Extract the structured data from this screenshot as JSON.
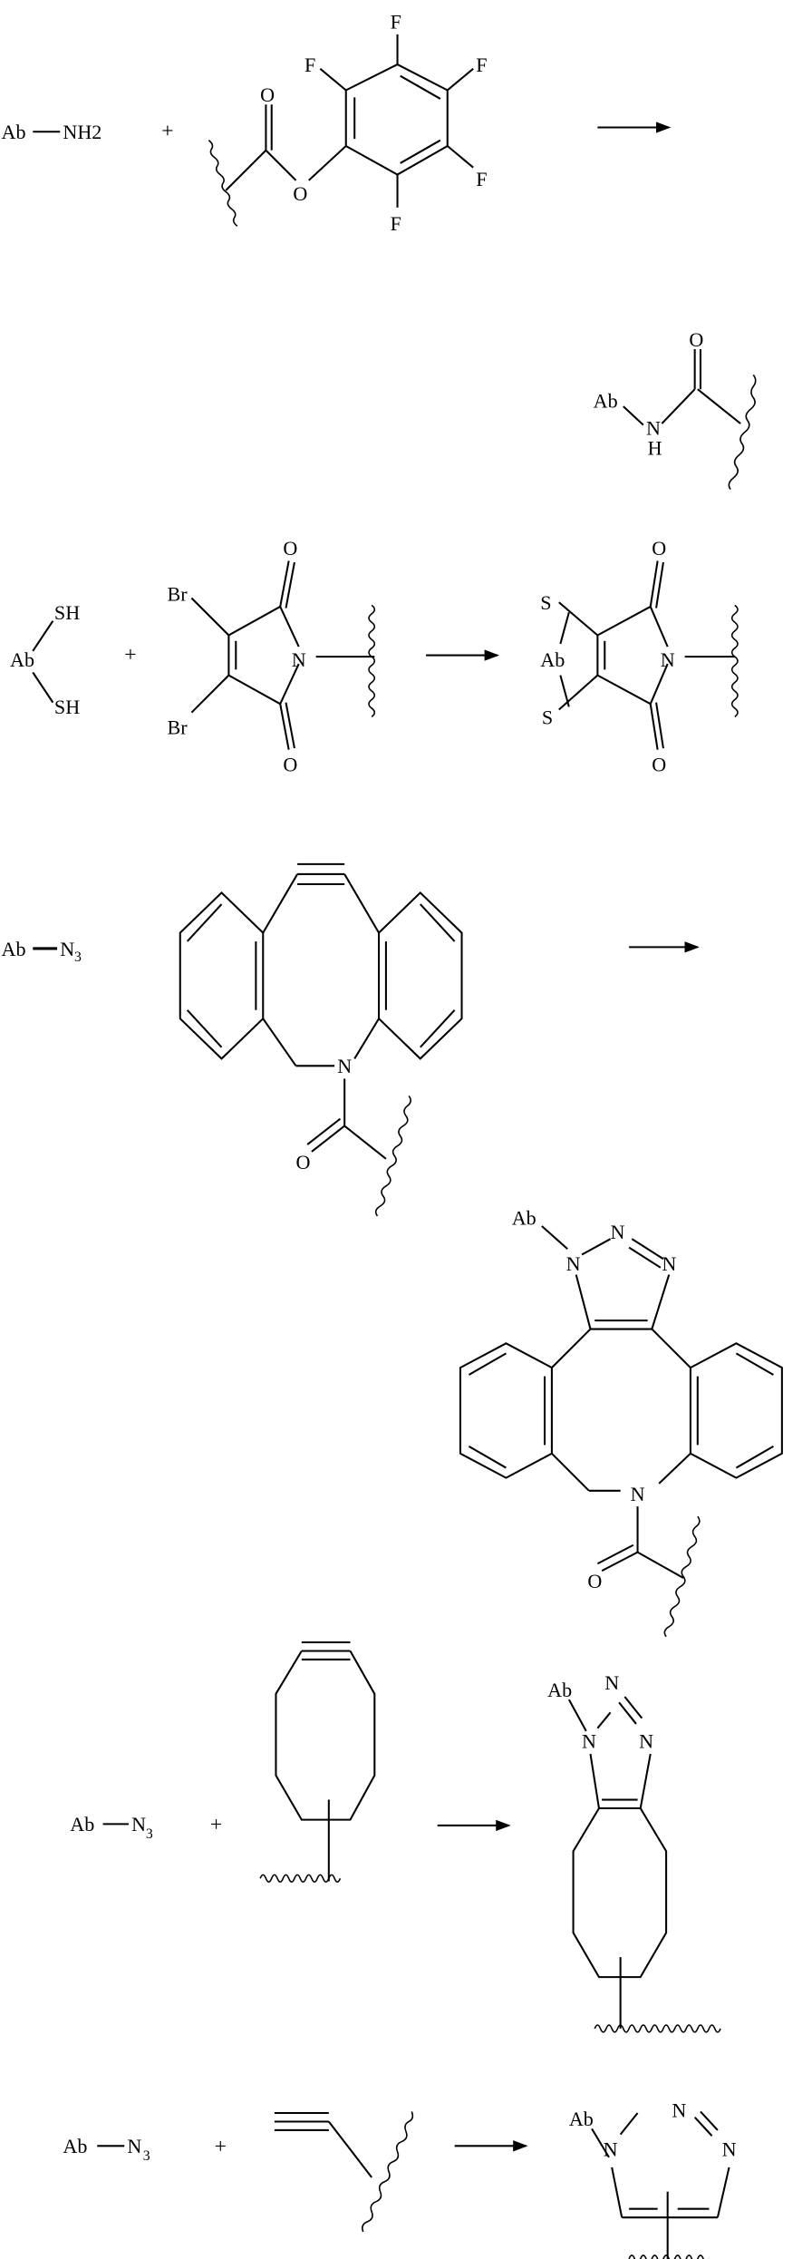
{
  "figure": {
    "type": "chemical-reaction-schemes",
    "background": "#ffffff",
    "ink_color": "#000000"
  },
  "labels": {
    "ab": "Ab",
    "nh2": "NH2",
    "sh": "SH",
    "s": "S",
    "n": "N",
    "n3_main": "N",
    "n3_sub": "3",
    "o": "O",
    "f": "F",
    "br": "Br",
    "h": "H",
    "plus": "+"
  },
  "reactions": [
    {
      "id": 1,
      "reactant_a": "Ab—NH2",
      "reactant_b": "pentafluorophenyl ester",
      "product": "Ab amide (Ab-NH-C(=O)-)"
    },
    {
      "id": 2,
      "reactant_a": "Ab(SH)2",
      "reactant_b": "dibromomaleimide",
      "product": "Ab dithio-maleimide bridge"
    },
    {
      "id": 3,
      "reactant_a": "Ab—N3",
      "reactant_b": "dibenzocyclooctyne (DBCO) amide",
      "product": "Ab triazole fused dibenzoazocine"
    },
    {
      "id": 4,
      "reactant_a": "Ab—N3",
      "reactant_b": "cyclooctyne",
      "product": "Ab triazole fused cyclooctane"
    },
    {
      "id": 5,
      "reactant_a": "Ab—N3",
      "reactant_b": "terminal alkyne",
      "product": "Ab 1,2,3-triazole"
    }
  ]
}
